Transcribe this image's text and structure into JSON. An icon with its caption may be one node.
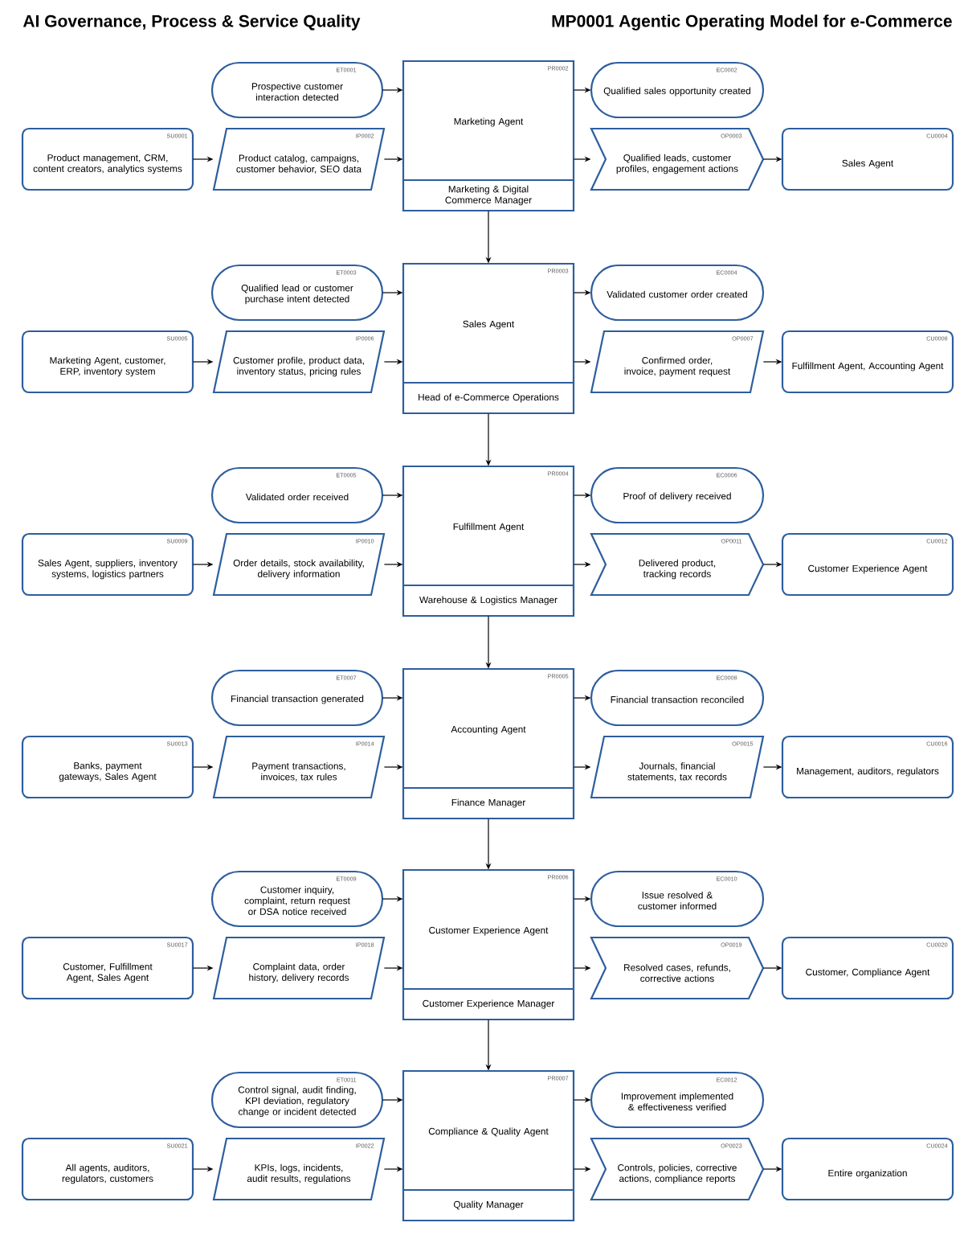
{
  "diagram": {
    "title": "MP0001 Agentic Operating Model for e-Commerce",
    "labels": [
      "AI Governance, Process & Service Quality"
    ],
    "nodes": [
      {
        "text": [
          "SU0001",
          "Product management, CRM, content creators, analytics systems"
        ]
      },
      {
        "text": [
          "IP0002",
          "Product catalog, campaigns, customer behavior, SEO data"
        ]
      },
      {
        "text": [
          "ET0001",
          "Prospective customer interaction detected"
        ]
      },
      {
        "text": [
          "PR0002",
          "Marketing Agent",
          "Marketing & Digital Commerce Manager"
        ]
      },
      {
        "text": [
          "EC0002",
          "Qualified sales opportunity created"
        ]
      },
      {
        "text": [
          "OP0003",
          "Qualified leads, customer profiles, engagement actions"
        ]
      },
      {
        "text": [
          "CU0004",
          "Sales Agent"
        ]
      },
      {
        "text": [
          "SU0005",
          "Marketing Agent, customer, ERP, inventory system"
        ]
      },
      {
        "text": [
          "IP0006",
          "Customer profile, product data, inventory status, pricing rules"
        ]
      },
      {
        "text": [
          "ET0003",
          "Qualified lead or customer purchase intent detected"
        ]
      },
      {
        "text": [
          "PR0003",
          "Sales Agent",
          "Head of e-Commerce Operations"
        ]
      },
      {
        "text": [
          "EC0004",
          "Validated customer order created"
        ]
      },
      {
        "text": [
          "OP0007",
          "Confirmed order, invoice, payment request"
        ]
      },
      {
        "text": [
          "CU0008",
          "Fulfillment Agent, Accounting Agent"
        ]
      },
      {
        "text": [
          "SU0009",
          "Sales Agent, suppliers, inventory systems, logistics partners"
        ]
      },
      {
        "text": [
          "IP0010",
          "Order details, stock availability, delivery information"
        ]
      },
      {
        "text": [
          "ET0005",
          "Validated order received"
        ]
      },
      {
        "text": [
          "PR0004",
          "Fulfillment Agent",
          "Warehouse & Logistics Manager"
        ]
      },
      {
        "text": [
          "EC0006",
          "Proof of delivery received"
        ]
      },
      {
        "text": [
          "OP0011",
          "Delivered product, tracking records"
        ]
      },
      {
        "text": [
          "CU0012",
          "Customer Experience Agent"
        ]
      },
      {
        "text": [
          "SU0013",
          "Banks, payment gateways, Sales Agent"
        ]
      },
      {
        "text": [
          "IP0014",
          "Payment transactions, invoices, tax rules"
        ]
      },
      {
        "text": [
          "ET0007",
          "Financial transaction generated"
        ]
      },
      {
        "text": [
          "PR0005",
          "Accounting Agent",
          "Finance Manager"
        ]
      },
      {
        "text": [
          "EC0008",
          "Financial transaction reconciled"
        ]
      },
      {
        "text": [
          "OP0015",
          "Journals, financial statements, tax records"
        ]
      },
      {
        "text": [
          "CU0016",
          "Management, auditors, regulators"
        ]
      },
      {
        "text": [
          "SU0017",
          "Customer, Fulfillment Agent, Sales Agent"
        ]
      },
      {
        "text": [
          "IP0018",
          "Complaint data, order history, delivery records"
        ]
      },
      {
        "text": [
          "ET0009",
          "Customer inquiry, complaint, return request or DSA notice received"
        ]
      },
      {
        "text": [
          "PR0006",
          "Customer Experience Agent",
          "Customer Experience Manager"
        ]
      },
      {
        "text": [
          "EC0010",
          "Issue resolved & customer informed"
        ]
      },
      {
        "text": [
          "OP0019",
          "Resolved cases, refunds, corrective actions"
        ]
      },
      {
        "text": [
          "CU0020",
          "Customer, Compliance Agent"
        ]
      },
      {
        "text": [
          "SU0021",
          "All agents, auditors, regulators, customers"
        ]
      },
      {
        "text": [
          "IP0022",
          "KPIs, logs, incidents, audit results, regulations"
        ]
      },
      {
        "text": [
          "ET0011",
          "Control signal, audit finding, KPI deviation, regulatory change or incident detected"
        ]
      },
      {
        "text": [
          "PR0007",
          "Compliance & Quality Agent",
          "Quality Manager"
        ]
      },
      {
        "text": [
          "EC0012",
          "Improvement implemented & effectiveness verified"
        ]
      },
      {
        "text": [
          "OP0023",
          "Controls, policies, corrective actions, compliance reports"
        ]
      },
      {
        "text": [
          "CU0024",
          "Entire organization"
        ]
      }
    ],
    "edges": [
      {
        "from": 0,
        "to": 1,
        "arrow": "to"
      },
      {
        "from": 1,
        "to": 3,
        "arrow": "to"
      },
      {
        "from": 2,
        "to": 3,
        "arrow": "to"
      },
      {
        "from": 3,
        "to": 4,
        "arrow": "to"
      },
      {
        "from": 3,
        "to": 5,
        "arrow": "to"
      },
      {
        "from": 5,
        "to": 6,
        "arrow": "to"
      },
      {
        "from": 3,
        "to": 10,
        "arrow": "to"
      },
      {
        "from": 7,
        "to": 8,
        "arrow": "to"
      },
      {
        "from": 8,
        "to": 10,
        "arrow": "to"
      },
      {
        "from": 9,
        "to": 10,
        "arrow": "to"
      },
      {
        "from": 10,
        "to": 11,
        "arrow": "to"
      },
      {
        "from": 10,
        "to": 12,
        "arrow": "to"
      },
      {
        "from": 12,
        "to": 13,
        "arrow": "to"
      },
      {
        "from": 10,
        "to": 17,
        "arrow": "to"
      },
      {
        "from": 14,
        "to": 15,
        "arrow": "to"
      },
      {
        "from": 15,
        "to": 17,
        "arrow": "to"
      },
      {
        "from": 16,
        "to": 17,
        "arrow": "to"
      },
      {
        "from": 17,
        "to": 18,
        "arrow": "to"
      },
      {
        "from": 17,
        "to": 19,
        "arrow": "to"
      },
      {
        "from": 19,
        "to": 20,
        "arrow": "to"
      },
      {
        "from": 17,
        "to": 24,
        "arrow": "to"
      },
      {
        "from": 21,
        "to": 22,
        "arrow": "to"
      },
      {
        "from": 22,
        "to": 24,
        "arrow": "to"
      },
      {
        "from": 23,
        "to": 24,
        "arrow": "to"
      },
      {
        "from": 24,
        "to": 25,
        "arrow": "to"
      },
      {
        "from": 24,
        "to": 26,
        "arrow": "to"
      },
      {
        "from": 26,
        "to": 27,
        "arrow": "to"
      },
      {
        "from": 24,
        "to": 31,
        "arrow": "to"
      },
      {
        "from": 28,
        "to": 29,
        "arrow": "to"
      },
      {
        "from": 29,
        "to": 31,
        "arrow": "to"
      },
      {
        "from": 30,
        "to": 31,
        "arrow": "to"
      },
      {
        "from": 31,
        "to": 32,
        "arrow": "to"
      },
      {
        "from": 31,
        "to": 33,
        "arrow": "to"
      },
      {
        "from": 33,
        "to": 34,
        "arrow": "to"
      },
      {
        "from": 31,
        "to": 38,
        "arrow": "to"
      },
      {
        "from": 35,
        "to": 36,
        "arrow": "to"
      },
      {
        "from": 36,
        "to": 38,
        "arrow": "to"
      },
      {
        "from": 37,
        "to": 38,
        "arrow": "to"
      },
      {
        "from": 38,
        "to": 39,
        "arrow": "to"
      },
      {
        "from": 38,
        "to": 40,
        "arrow": "to"
      },
      {
        "from": 40,
        "to": 41,
        "arrow": "to"
      }
    ]
  }
}
